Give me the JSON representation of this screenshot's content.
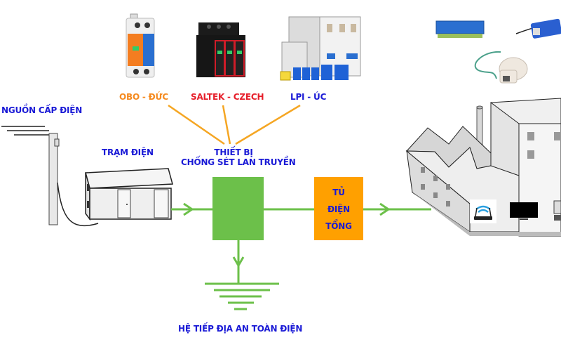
{
  "diagram": {
    "title": "Surge protection system diagram",
    "colors": {
      "label_blue": "#1a1ad6",
      "brand_orange": "#f58a1f",
      "brand_red": "#e61e2a",
      "line_green": "#6cc04a",
      "connector_orange": "#f5a623",
      "panel_orange": "#ffa000"
    },
    "nodes": {
      "power_source": {
        "label": "NGUỒN CẤP ĐIỆN",
        "icon": "utility-pole-icon"
      },
      "substation": {
        "label": "TRẠM ĐIỆN",
        "icon": "substation-building-icon"
      },
      "spd": {
        "label_line1": "THIẾT BỊ",
        "label_line2": "CHỐNG SÉT LAN TRUYỀN",
        "icon": "surge-protector-box"
      },
      "main_panel": {
        "label_line1": "TỦ",
        "label_line2": "ĐIỆN",
        "label_line3": "TỔNG",
        "icon": "main-distribution-panel"
      },
      "grounding": {
        "label": "HỆ TIẾP ĐỊA AN TOÀN ĐIỆN",
        "icon": "ground-symbol-icon"
      },
      "factory": {
        "icon": "factory-building-icon",
        "devices": [
          "wifi-router-icon",
          "tv-monitor-icon",
          "computer-icon"
        ]
      }
    },
    "brands": [
      {
        "label": "OBO - ĐỨC",
        "color": "#f58a1f",
        "product_icon": "obo-surge-arrester-icon"
      },
      {
        "label": "SALTEK - CZECH",
        "color": "#e61e2a",
        "product_icon": "saltek-surge-arrester-icon"
      },
      {
        "label": "LPI - ÚC",
        "color": "#1a1ad6",
        "product_icon": "lpi-surge-cabinet-icon"
      }
    ],
    "accessories": [
      "lpi-data-line-protector-icon",
      "coaxial-surge-protector-icon",
      "apc-telephone-surge-protector-icon"
    ]
  }
}
